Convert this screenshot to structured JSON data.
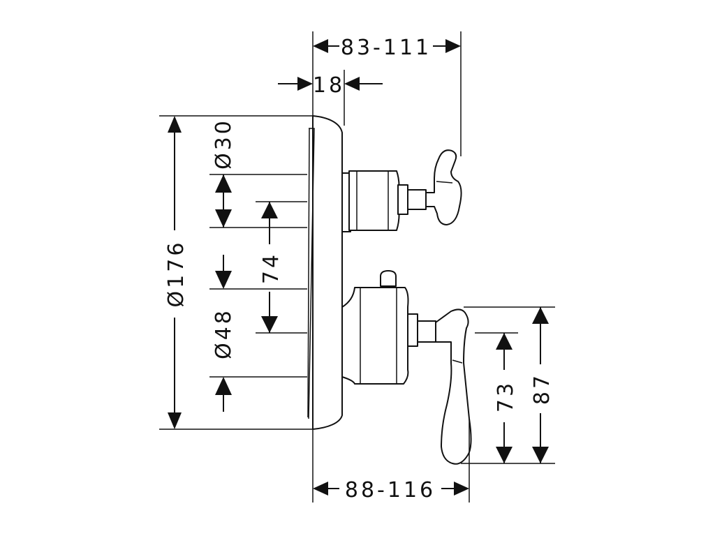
{
  "colors": {
    "line": "#111111",
    "background": "#ffffff"
  },
  "dimensions": {
    "depth_top": "83-111",
    "plate_gap": "18",
    "plate_diameter": "Ø176",
    "upper_diameter": "Ø30",
    "center_distance": "74",
    "lower_diameter": "Ø48",
    "depth_bottom": "88-116",
    "lever_height_inner": "73",
    "lever_height_outer": "87"
  }
}
